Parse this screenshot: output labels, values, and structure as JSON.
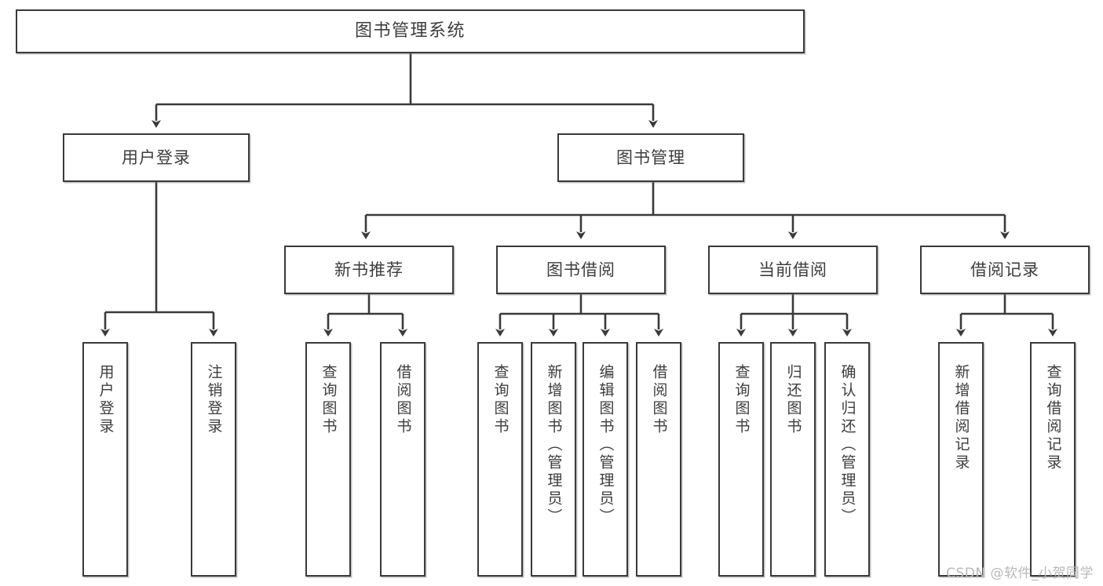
{
  "diagram": {
    "title": "图书管理系统",
    "type": "tree-hierarchy",
    "watermark": "CSDN @软件_小贺同学",
    "colors": {
      "box_border": "#3a3a3a",
      "box_fill": "#ffffff",
      "text": "#3d3d3d",
      "connector": "#3a3a3a",
      "watermark": "#b9b9b9"
    },
    "root": {
      "label": "图书管理系统"
    },
    "level2": [
      {
        "label": "用户登录"
      },
      {
        "label": "图书管理"
      }
    ],
    "level3": [
      {
        "label": "新书推荐"
      },
      {
        "label": "图书借阅"
      },
      {
        "label": "当前借阅"
      },
      {
        "label": "借阅记录"
      }
    ],
    "leaves": {
      "user_login": [
        {
          "label": "用户登录"
        },
        {
          "label": "注销登录"
        }
      ],
      "new_book": [
        {
          "label": "查询图书"
        },
        {
          "label": "借阅图书"
        }
      ],
      "book_borrow": [
        {
          "label": "查询图书"
        },
        {
          "label": "新增图书（管理员）"
        },
        {
          "label": "编辑图书（管理员）"
        },
        {
          "label": "借阅图书"
        }
      ],
      "current_borrow": [
        {
          "label": "查询图书"
        },
        {
          "label": "归还图书"
        },
        {
          "label": "确认归还（管理员）"
        }
      ],
      "borrow_record": [
        {
          "label": "新增借阅记录"
        },
        {
          "label": "查询借阅记录"
        }
      ]
    }
  }
}
